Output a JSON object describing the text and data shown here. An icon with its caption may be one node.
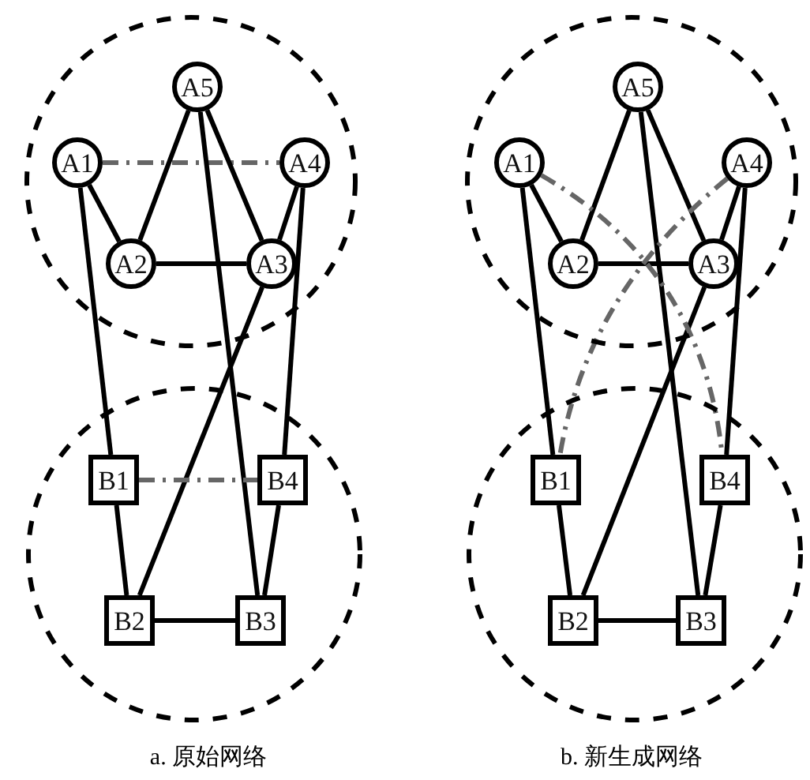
{
  "diagram": {
    "nodes": [
      {
        "text": [],
        "shape": "circle"
      },
      {
        "text": [
          "A5"
        ],
        "in": 0
      },
      {
        "text": [
          "A1"
        ],
        "in": 0
      },
      {
        "text": [
          "A4"
        ],
        "in": 0
      },
      {
        "text": [
          "A2"
        ],
        "in": 0
      },
      {
        "text": [
          "A3"
        ],
        "in": 0
      },
      {
        "text": [],
        "shape": "circle"
      },
      {
        "text": [
          "B1"
        ],
        "in": 6
      },
      {
        "text": [
          "B4"
        ],
        "in": 6
      },
      {
        "text": [
          "B2"
        ],
        "in": 6
      },
      {
        "text": [
          "B3"
        ],
        "in": 6
      },
      {
        "text": [],
        "shape": "circle"
      },
      {
        "text": [
          "A5"
        ],
        "in": 11
      },
      {
        "text": [
          "A1"
        ],
        "in": 11
      },
      {
        "text": [
          "A4"
        ],
        "in": 11
      },
      {
        "text": [
          "A2"
        ],
        "in": 11
      },
      {
        "text": [
          "A3"
        ],
        "in": 11
      },
      {
        "text": [],
        "shape": "circle"
      },
      {
        "text": [
          "B1"
        ],
        "in": 17
      },
      {
        "text": [
          "B4"
        ],
        "in": 17
      },
      {
        "text": [
          "B2"
        ],
        "in": 17
      },
      {
        "text": [
          "B3"
        ],
        "in": 17
      }
    ],
    "edges": [
      {
        "from": 2,
        "to": 3,
        "arrow": "none",
        "style": "dashed",
        "color": "#666666"
      },
      {
        "from": 2,
        "to": 4,
        "arrow": "none"
      },
      {
        "from": 1,
        "to": 4,
        "arrow": "none"
      },
      {
        "from": 1,
        "to": 5,
        "arrow": "none"
      },
      {
        "from": 1,
        "to": 10,
        "arrow": "none"
      },
      {
        "from": 4,
        "to": 5,
        "arrow": "none"
      },
      {
        "from": 3,
        "to": 5,
        "arrow": "none"
      },
      {
        "from": 3,
        "to": 8,
        "arrow": "none"
      },
      {
        "from": 5,
        "to": 9,
        "arrow": "none"
      },
      {
        "from": 2,
        "to": 7,
        "arrow": "none"
      },
      {
        "from": 7,
        "to": 8,
        "arrow": "none",
        "style": "dashed",
        "color": "#666666"
      },
      {
        "from": 7,
        "to": 9,
        "arrow": "none"
      },
      {
        "from": 8,
        "to": 10,
        "arrow": "none"
      },
      {
        "from": 9,
        "to": 10,
        "arrow": "none"
      },
      {
        "from": 13,
        "to": 15,
        "arrow": "none"
      },
      {
        "from": 12,
        "to": 15,
        "arrow": "none"
      },
      {
        "from": 12,
        "to": 16,
        "arrow": "none"
      },
      {
        "from": 12,
        "to": 21,
        "arrow": "none"
      },
      {
        "from": 15,
        "to": 16,
        "arrow": "none"
      },
      {
        "from": 14,
        "to": 16,
        "arrow": "none"
      },
      {
        "from": 14,
        "to": 19,
        "arrow": "none"
      },
      {
        "from": 16,
        "to": 20,
        "arrow": "none"
      },
      {
        "from": 13,
        "to": 18,
        "arrow": "none"
      },
      {
        "from": 18,
        "to": 20,
        "arrow": "none"
      },
      {
        "from": 19,
        "to": 21,
        "arrow": "none"
      },
      {
        "from": 20,
        "to": 21,
        "arrow": "none"
      },
      {
        "from": 13,
        "to": 19,
        "arrow": "none",
        "style": "dashed",
        "color": "#666666"
      },
      {
        "from": 14,
        "to": 18,
        "arrow": "none",
        "style": "dashed",
        "color": "#666666"
      }
    ],
    "labels": [
      "a. 原始网络",
      "b. 新生成网络"
    ]
  }
}
